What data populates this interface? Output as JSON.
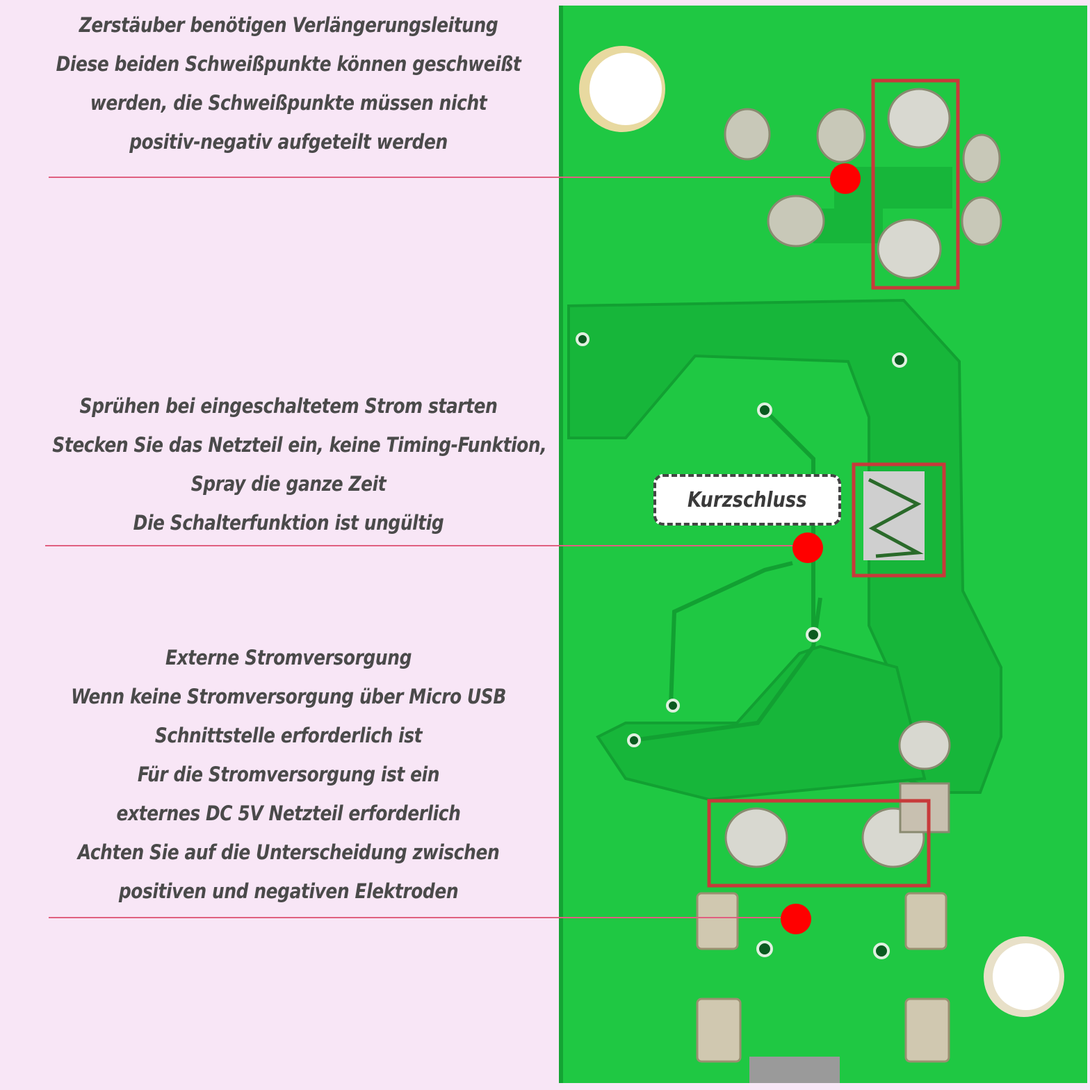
{
  "callouts": [
    {
      "id": "atomizer",
      "lines": [
        "Zerstäuber benötigen Verlängerungsleitung",
        "Diese beiden Schweißpunkte können geschweißt",
        "werden, die Schweißpunkte müssen nicht",
        "positiv-negativ aufgeteilt werden"
      ]
    },
    {
      "id": "spray-on-power",
      "lines": [
        "Sprühen bei eingeschaltetem Strom starten",
        "Stecken Sie das Netzteil ein, keine Timing-Funktion,",
        "Spray die ganze Zeit",
        "Die Schalterfunktion ist ungültig"
      ]
    },
    {
      "id": "external-power",
      "lines": [
        "Externe Stromversorgung",
        "Wenn keine Stromversorgung über Micro USB",
        "Schnittstelle erforderlich ist",
        "Für die Stromversorgung ist ein",
        "externes DC 5V Netzteil erforderlich",
        "Achten Sie auf die Unterscheidung zwischen",
        "positiven und negativen Elektroden"
      ]
    }
  ],
  "short_circuit_label": "Kurzschluss",
  "colors": {
    "background": "#f8e6f6",
    "pcb_green": "#1fc843",
    "trace_green": "#16a838",
    "highlight_red": "#c83a3a",
    "marker_red": "#ff0000",
    "leader_line": "#e06080",
    "text": "#4a4a4a"
  }
}
